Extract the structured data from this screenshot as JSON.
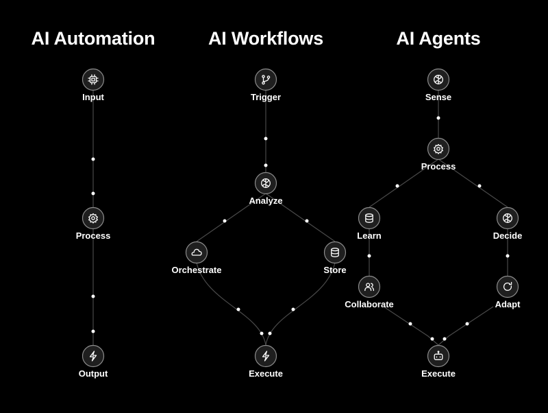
{
  "colors": {
    "background": "#000000",
    "text": "#ffffff",
    "node_border": "#8c8c8c",
    "edge": "#4a4a4a"
  },
  "columns": [
    {
      "id": "automation",
      "title": "AI Automation",
      "nodes": [
        {
          "id": "input",
          "label": "Input",
          "icon": "chip-icon"
        },
        {
          "id": "process",
          "label": "Process",
          "icon": "gear-icon"
        },
        {
          "id": "output",
          "label": "Output",
          "icon": "lightning-icon"
        }
      ]
    },
    {
      "id": "workflows",
      "title": "AI Workflows",
      "nodes": [
        {
          "id": "trigger",
          "label": "Trigger",
          "icon": "git-branch-icon"
        },
        {
          "id": "analyze",
          "label": "Analyze",
          "icon": "brain-icon"
        },
        {
          "id": "orchestrate",
          "label": "Orchestrate",
          "icon": "cloud-icon"
        },
        {
          "id": "store",
          "label": "Store",
          "icon": "database-icon"
        },
        {
          "id": "execute",
          "label": "Execute",
          "icon": "lightning-icon"
        }
      ]
    },
    {
      "id": "agents",
      "title": "AI Agents",
      "nodes": [
        {
          "id": "sense",
          "label": "Sense",
          "icon": "brain-icon"
        },
        {
          "id": "process",
          "label": "Process",
          "icon": "gear-icon"
        },
        {
          "id": "learn",
          "label": "Learn",
          "icon": "database-icon"
        },
        {
          "id": "decide",
          "label": "Decide",
          "icon": "brain-icon"
        },
        {
          "id": "collaborate",
          "label": "Collaborate",
          "icon": "users-icon"
        },
        {
          "id": "adapt",
          "label": "Adapt",
          "icon": "refresh-icon"
        },
        {
          "id": "execute",
          "label": "Execute",
          "icon": "robot-icon"
        }
      ]
    }
  ]
}
